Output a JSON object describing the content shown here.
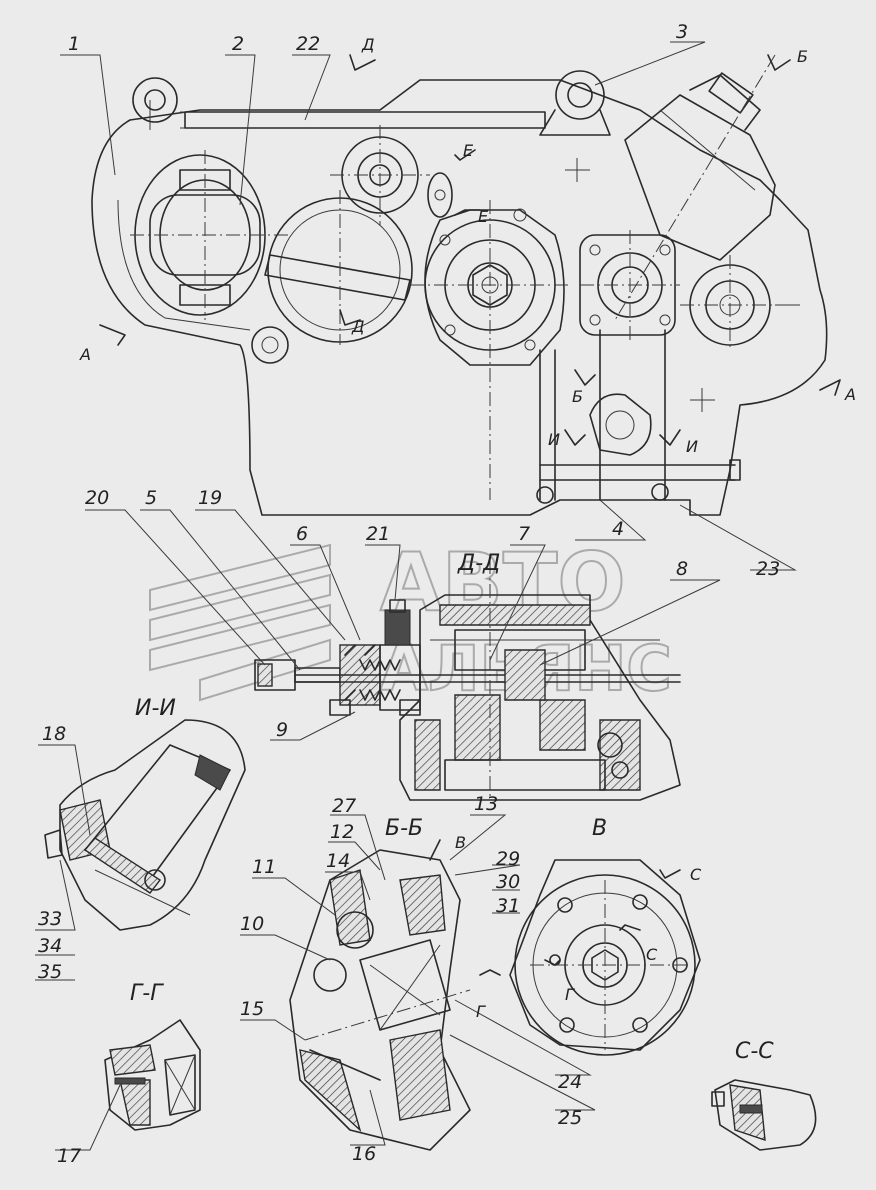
{
  "callouts": {
    "n1": "1",
    "n2": "2",
    "n3": "3",
    "n4": "4",
    "n5": "5",
    "n6": "6",
    "n7": "7",
    "n8": "8",
    "n9": "9",
    "n10": "10",
    "n11": "11",
    "n12": "12",
    "n13": "13",
    "n14": "14",
    "n15": "15",
    "n16": "16",
    "n17": "17",
    "n18": "18",
    "n19": "19",
    "n20": "20",
    "n21": "21",
    "n22": "22",
    "n23": "23",
    "n24": "24",
    "n25": "25",
    "n27": "27",
    "n29": "29",
    "n30": "30",
    "n31": "31",
    "n33": "33",
    "n34": "34",
    "n35": "35"
  },
  "section_titles": {
    "dd": "Д-Д",
    "ii": "И-И",
    "bb": "Б-Б",
    "v": "В",
    "gg": "Г-Г",
    "cc": "С-С"
  },
  "section_marks": {
    "a_left": "А",
    "a_right": "А",
    "b_top": "Б",
    "b_mid": "Б",
    "d_top": "Д",
    "d_mid": "Д",
    "e1": "Е",
    "e2": "Е",
    "i_left": "И",
    "i_right": "И",
    "v_mark": "В",
    "c1": "С",
    "c2": "С",
    "g1": "Г",
    "g2": "Г"
  },
  "watermark": {
    "line1": "АВТО",
    "line2": "АЛЬЯНС"
  },
  "colors": {
    "background": "#ebebeb",
    "ink": "#2a2a2a",
    "watermark": "#9a9a9a"
  }
}
